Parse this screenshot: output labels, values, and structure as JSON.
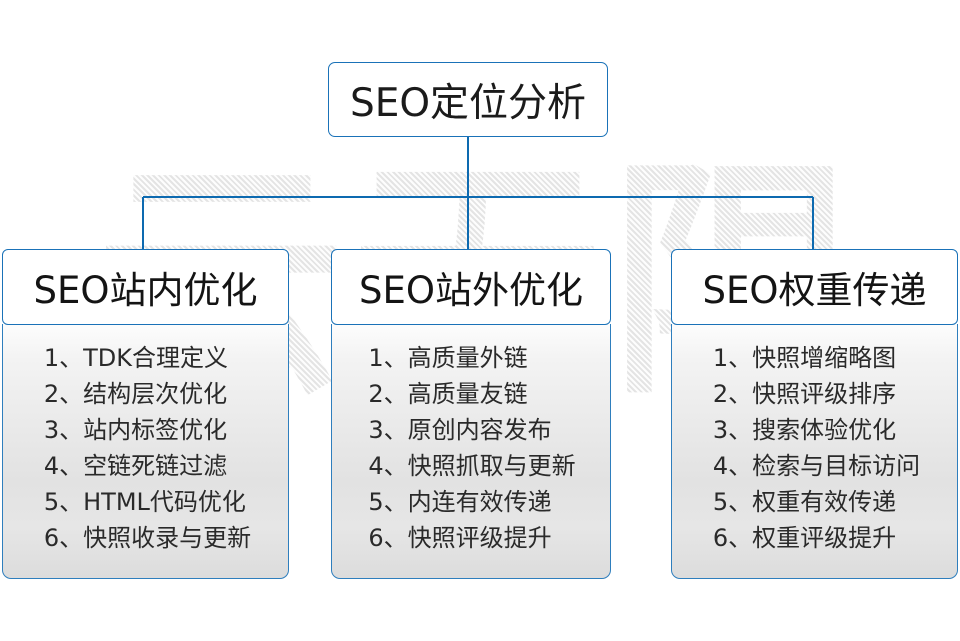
{
  "background": {
    "watermark_text": "云无限",
    "watermark_color": "#e8e8e8",
    "page_background": "#ffffff"
  },
  "colors": {
    "border_blue": "#1a72b8",
    "connector_blue": "#0d6ab0",
    "panel_gray": "#e4e4e4",
    "text_dark": "#1b1b1b"
  },
  "root": {
    "title": "SEO定位分析"
  },
  "branches": [
    {
      "title": "SEO站内优化",
      "items": [
        "1、TDK合理定义",
        "2、结构层次优化",
        "3、站内标签优化",
        "4、空链死链过滤",
        "5、HTML代码优化",
        "6、快照收录与更新"
      ]
    },
    {
      "title": "SEO站外优化",
      "items": [
        "1、高质量外链",
        "2、高质量友链",
        "3、原创内容发布",
        "4、快照抓取与更新",
        "5、内连有效传递",
        "6、快照评级提升"
      ]
    },
    {
      "title": "SEO权重传递",
      "items": [
        "1、快照增缩略图",
        "2、快照评级排序",
        "3、搜索体验优化",
        "4、检索与目标访问",
        "5、权重有效传递",
        "6、权重评级提升"
      ]
    }
  ]
}
